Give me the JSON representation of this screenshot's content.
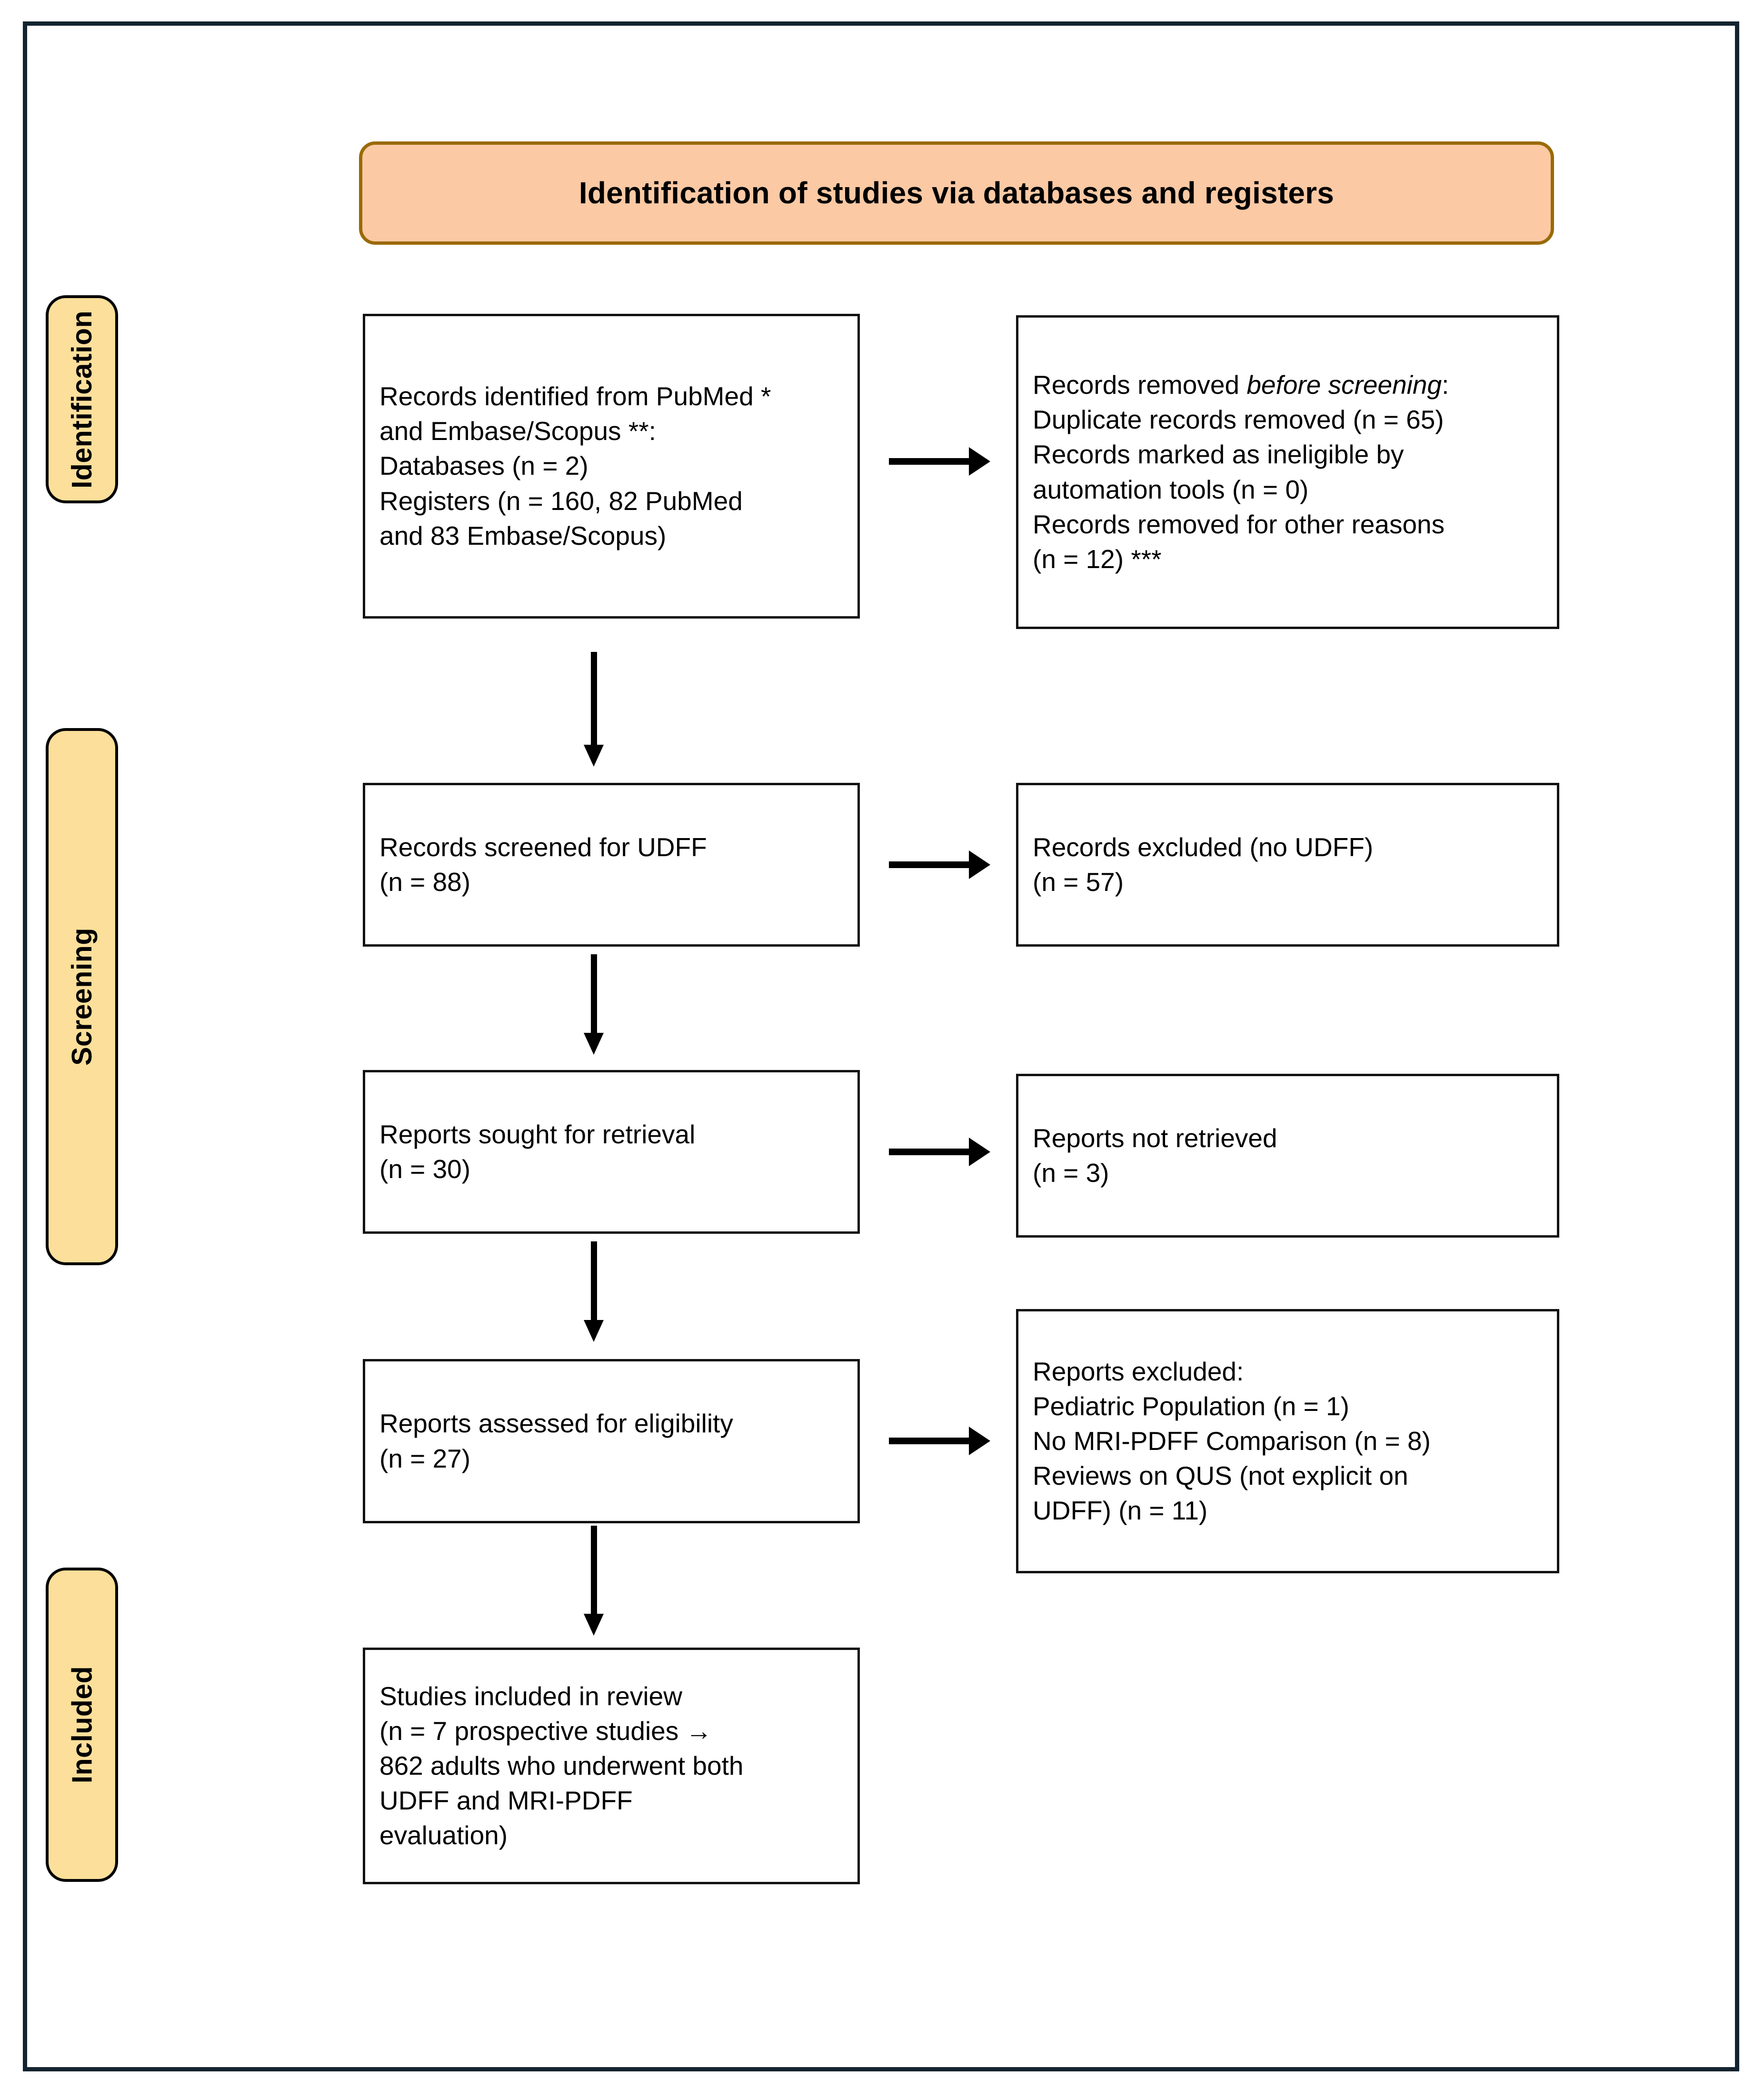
{
  "diagram": {
    "title": "Identification of studies via databases and registers",
    "colors": {
      "frame": "#13232f",
      "banner_fill": "#fbc9a4",
      "banner_border": "#9a6a06",
      "stage_pill_fill": "#fbdf9a",
      "stage_pill_border": "#000000",
      "box_border": "#111111",
      "arrow": "#000000",
      "text": "#000000"
    },
    "stages": [
      {
        "label": "Identification"
      },
      {
        "label": "Screening"
      },
      {
        "label": "Included"
      }
    ],
    "boxes": {
      "identified": {
        "line1": "Records identified from PubMed *",
        "line2": "and Embase/Scopus **:",
        "line3": "Databases (n = 2)",
        "line4": "Registers (n = 160, 82 PubMed",
        "line5": "and 83 Embase/Scopus)"
      },
      "removed_before_screening": {
        "heading_prefix": "Records removed ",
        "heading_italic": "before screening",
        "heading_suffix": ":",
        "line2": "Duplicate records removed (n = 65)",
        "line3": "Records marked as ineligible by",
        "line4": "automation tools (n = 0)",
        "line5": "Records removed for other reasons",
        "line6": "(n = 12) ***"
      },
      "screened": {
        "line1": "Records screened for UDFF",
        "line2": "(n = 88)"
      },
      "excluded_no_udff": {
        "line1": "Records excluded (no UDFF)",
        "line2": "(n = 57)"
      },
      "sought_retrieval": {
        "line1": "Reports sought for retrieval",
        "line2": "(n = 30)"
      },
      "not_retrieved": {
        "line1": "Reports not retrieved",
        "line2": "(n = 3)"
      },
      "assessed_eligibility": {
        "line1": " Reports assessed for eligibility",
        "line2": "(n = 27)"
      },
      "reports_excluded": {
        "line1": "Reports excluded:",
        "line2": "Pediatric Population (n = 1)",
        "line3": "No MRI-PDFF Comparison (n = 8)",
        "line4": "Reviews on QUS (not explicit on",
        "line5": "UDFF) (n = 11)"
      },
      "included_studies": {
        "line1": "Studies included in review",
        "line2": "(n = 7 prospective studies →",
        "line3": "862 adults who underwent both",
        "line4": "UDFF and MRI-PDFF",
        "line5": "evaluation)"
      }
    }
  }
}
